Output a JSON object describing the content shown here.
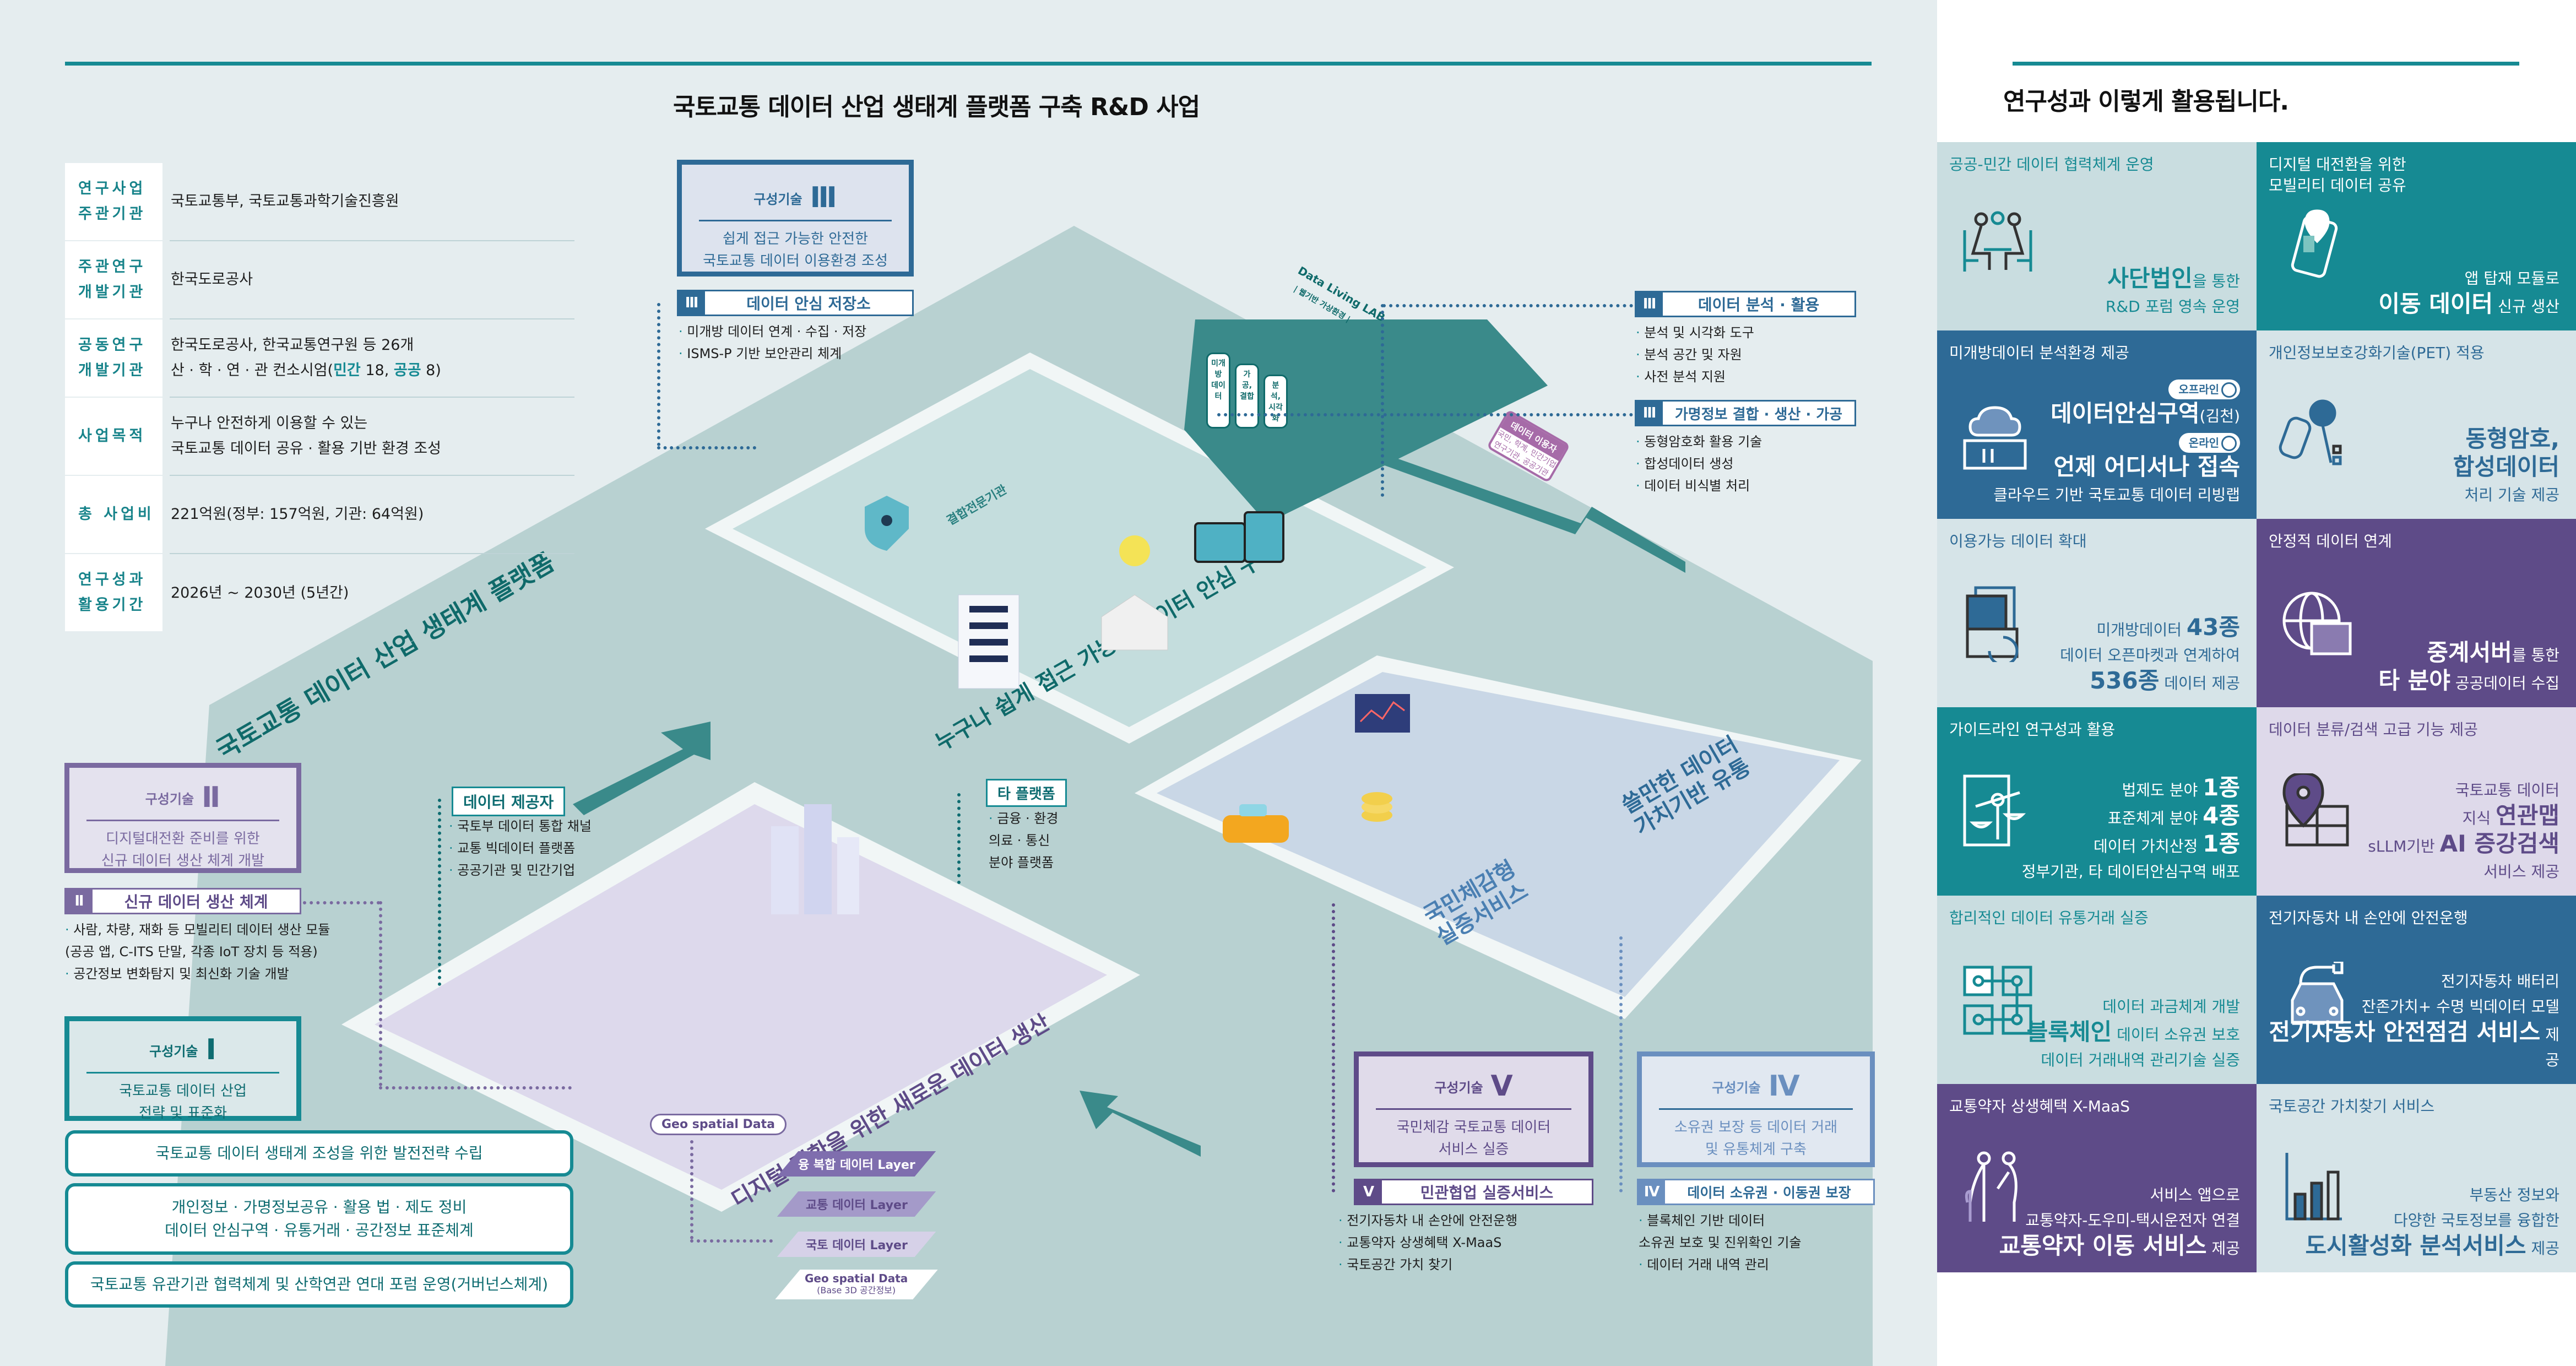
{
  "left": {
    "title": "국토교통 데이터 산업 생태계 플랫폼 구축 R&D 사업",
    "info_table": [
      {
        "head": [
          "연구사업",
          "주관기관"
        ],
        "value": [
          "국토교통부, 국토교통과학기술진흥원"
        ]
      },
      {
        "head": [
          "주관연구",
          "개발기관"
        ],
        "value": [
          "한국도로공사"
        ]
      },
      {
        "head": [
          "공동연구",
          "개발기관"
        ],
        "value": [
          "한국도로공사, 한국교통연구원 등 26개"
        ],
        "value_line2": {
          "prefix": "산 · 학 · 연 · 관 컨소시엄(",
          "hl1": "민간",
          "mid": " 18, ",
          "hl2": "공공",
          "suffix": " 8)"
        }
      },
      {
        "head": [
          "사업목적"
        ],
        "value": [
          "누구나 안전하게 이용할 수 있는",
          "국토교통 데이터 공유 · 활용 기반 환경 조성"
        ]
      },
      {
        "head": [
          "총 사업비"
        ],
        "value": [
          "221억원(정부: 157억원, 기관: 64억원)"
        ]
      },
      {
        "head": [
          "연구성과",
          "활용기간"
        ],
        "value": [
          "2026년 ~ 2030년 (5년간)"
        ]
      }
    ],
    "platform_labels": {
      "ecosystem": "국토교통 데이터 산업 생태계 플랫폼",
      "safe_zone": "누구나 쉽게 접근 가능한 데이터 안심 구역",
      "new_data": "디지털 전환을 위한 새로운 데이터 생산",
      "citizen": [
        "국민체감형",
        "실증서비스"
      ],
      "value_flow": [
        "쓸만한 데이터",
        "가치기반 유통"
      ],
      "combine_agency": "결합전문기관",
      "living_lab": "Data Living LAB",
      "living_lab_sub": "| 웹기반 가상환경 |",
      "lab_bubbles": [
        "미개방 데이터",
        "가공, 결합",
        "분석, 시각화"
      ],
      "geo_tag": "Geo spatial Data"
    },
    "data_user": {
      "title": "데이터 이용자",
      "lines": [
        "국민, 학계, 민간기업",
        "연구기관, 공공기관"
      ]
    },
    "layers": [
      {
        "label": "융 복합 데이터 Layer"
      },
      {
        "label": "교통 데이터 Layer"
      },
      {
        "label": "국토 데이터 Layer"
      },
      {
        "label": "Geo spatial Data",
        "sub": "(Base 3D 공간정보)"
      }
    ],
    "tech3": {
      "label": "구성기술",
      "num": "Ⅲ",
      "desc": [
        "쉽게 접근 가능한 안전한",
        "국토교통 데이터 이용환경 조성"
      ]
    },
    "tech3_store": {
      "num": "Ⅲ",
      "title": "데이터 안심 저장소",
      "items": [
        "미개방 데이터 연계 · 수집 · 저장",
        "ISMS-P 기반 보안관리 체계"
      ]
    },
    "tech3_analysis": {
      "num": "Ⅲ",
      "title": "데이터 분석 · 활용",
      "items": [
        "분석 및 시각화 도구",
        "분석 공간 및 자원",
        "사전 분석 지원"
      ]
    },
    "tech3_pseudo": {
      "num": "Ⅲ",
      "title": "가명정보 결합 · 생산 · 가공",
      "items": [
        "동형암호화 활용 기술",
        "합성데이터 생성",
        "데이터 비식별 처리"
      ]
    },
    "tech2": {
      "label": "구성기술",
      "num": "Ⅱ",
      "desc": [
        "디지털대전환 준비를 위한",
        "신규 데이터 생산 체계 개발"
      ]
    },
    "tech2_new": {
      "num": "Ⅱ",
      "title": "신규 데이터 생산 체계",
      "items": [
        "사람, 차량, 재화 등 모빌리티 데이터 생산 모듈",
        "(공공 앱, C-ITS 단말, 각종 IoT 장치 등 적용)",
        "공간정보 변화탐지 및 최신화 기술 개발"
      ]
    },
    "provider": {
      "title": "데이터 제공자",
      "items": [
        "국토부 데이터 통합 채널",
        "교통 빅데이터 플랫폼",
        "공공기관 및 민간기업"
      ]
    },
    "other_platform": {
      "title": "타 플랫폼",
      "items": [
        "금융 · 환경",
        "의료 · 통신",
        "분야 플랫폼"
      ]
    },
    "tech1": {
      "label": "구성기술",
      "num": "Ⅰ",
      "desc": [
        "국토교통 데이터 산업",
        "전략 및 표준화"
      ]
    },
    "tech1_boxes": [
      [
        "국토교통 데이터 생태계 조성을 위한 발전전략 수립"
      ],
      [
        "개인정보 · 가명정보공유 · 활용 법 · 제도 정비",
        "데이터 안심구역 · 유통거래 · 공간정보 표준체계"
      ],
      [
        "국토교통 유관기관 협력체계 및 산학연관 연대 포럼 운영(거버넌스체계)"
      ]
    ],
    "tech5": {
      "label": "구성기술",
      "num": "Ⅴ",
      "desc": [
        "국민체감 국토교통 데이터",
        "서비스 실증"
      ]
    },
    "tech5_svc": {
      "num": "Ⅴ",
      "title": "민관협업 실증서비스",
      "items": [
        "전기자동차 내 손안에 안전운행",
        "교통약자 상생혜택 X-MaaS",
        "국토공간 가치 찾기"
      ]
    },
    "tech4": {
      "label": "구성기술",
      "num": "Ⅳ",
      "desc": [
        "소유권 보장 등 데이터 거래",
        "및 유통체계 구축"
      ]
    },
    "tech4_own": {
      "num": "Ⅳ",
      "title": "데이터 소유권 · 이동권 보장",
      "items": [
        "블록체인 기반 데이터",
        "소유권 보호 및 진위확인 기술",
        "데이터 거래 내역 관리"
      ]
    }
  },
  "right": {
    "title": "연구성과 이렇게 활용됩니다.",
    "cards": [
      {
        "title": "공공-민간 데이터 협력체계 운영",
        "icon": "meeting-icon",
        "lines": [
          {
            "b": "사단법인",
            "t": "을 통한"
          },
          {
            "t": "R&D 포럼 영속 운영"
          }
        ]
      },
      {
        "title": "디지털 대전환을 위한\n모빌리티 데이터 공유",
        "icon": "phone-location-icon",
        "lines": [
          {
            "t": "앱 탑재 모듈로"
          },
          {
            "b": "이동 데이터",
            "t": " 신규 생산"
          }
        ]
      },
      {
        "title": "미개방데이터 분석환경 제공",
        "icon": "cloud-laptop-icon",
        "pill1": "오프라인",
        "pill2": "온라인",
        "lines": [
          {
            "b": "데이터안심구역",
            "t": "(김천)"
          },
          {
            "b": "언제 어디서나 접속"
          },
          {
            "t": "클라우드 기반 국토교통 데이터 리빙랩"
          }
        ]
      },
      {
        "title": "개인정보보호강화기술(PET) 적용",
        "icon": "key-icon",
        "lines": [
          {
            "b": "동형암호,"
          },
          {
            "b": "합성데이터"
          },
          {
            "t": "처리 기술 제공"
          }
        ]
      },
      {
        "title": "이용가능 데이터 확대",
        "icon": "documents-icon",
        "lines": [
          {
            "t": "미개방데이터 ",
            "b": "43종"
          },
          {
            "t": "데이터 오픈마켓과 연계하여"
          },
          {
            "b": "536종",
            "t": " 데이터 제공"
          }
        ]
      },
      {
        "title": "안정적 데이터 연계",
        "icon": "globe-server-icon",
        "lines": [
          {
            "b": "중계서버",
            "t": "를 통한"
          },
          {
            "b": "타 분야",
            "t": " 공공데이터 수집"
          }
        ]
      },
      {
        "title": "가이드라인 연구성과 활용",
        "icon": "scale-document-icon",
        "lines": [
          {
            "t": "법제도 분야 ",
            "b": "1종"
          },
          {
            "t": "표준체계 분야 ",
            "b": "4종"
          },
          {
            "t": "데이터 가치산정 ",
            "b": "1종"
          },
          {
            "t": "정부기관, 타 데이터안심구역 배포"
          }
        ]
      },
      {
        "title": "데이터 분류/검색 고급 기능 제공",
        "icon": "map-pin-icon",
        "lines": [
          {
            "t": "국토교통 데이터"
          },
          {
            "t": "지식 ",
            "b": "연관맵"
          },
          {
            "t": "sLLM기반 ",
            "b": "AI 증강검색"
          },
          {
            "t": "서비스 제공"
          }
        ]
      },
      {
        "title": "합리적인 데이터 유통거래 실증",
        "icon": "blockchain-icon",
        "lines": [
          {
            "t": "데이터 과금체계 개발"
          },
          {
            "b": "블록체인",
            "t": " 데이터 소유권 보호"
          },
          {
            "t": "데이터 거래내역 관리기술 실증"
          }
        ]
      },
      {
        "title": "전기자동차 내 손안에 안전운행",
        "icon": "ev-car-icon",
        "lines": [
          {
            "t": "전기자동차 배터리"
          },
          {
            "t": "잔존가치+ 수명 빅데이터 모델"
          },
          {
            "b": "전기자동차 안전점검 서비스",
            "t": " 제공"
          }
        ]
      },
      {
        "title": "교통약자 상생혜택 X-MaaS",
        "icon": "elderly-helper-icon",
        "lines": [
          {
            "t": "서비스 앱으로"
          },
          {
            "t": "교통약자-도우미-택시운전자 연결"
          },
          {
            "b": "교통약자 이동 서비스",
            "t": " 제공"
          }
        ]
      },
      {
        "title": "국토공간 가치찾기 서비스",
        "icon": "bar-chart-icon",
        "lines": [
          {
            "t": "부동산 정보와"
          },
          {
            "t": "다양한 국토정보를 융합한"
          },
          {
            "b": "도시활성화 분석서비스",
            "t": " 제공"
          }
        ]
      }
    ],
    "card_themes": [
      {
        "bg": "#c9dde0",
        "fg": "#168a93",
        "bold": "#168a93"
      },
      {
        "bg": "#168a93",
        "fg": "#ffffff",
        "bold": "#ffffff"
      },
      {
        "bg": "#2e6a96",
        "fg": "#ffffff",
        "bold": "#ffffff"
      },
      {
        "bg": "#d6e4e8",
        "fg": "#2e6a96",
        "bold": "#2e6a96"
      },
      {
        "bg": "#d6e4e8",
        "fg": "#2e6a96",
        "bold": "#2e6a96"
      },
      {
        "bg": "#5e4b88",
        "fg": "#ffffff",
        "bold": "#ffffff"
      },
      {
        "bg": "#168a93",
        "fg": "#ffffff",
        "bold": "#ffffff"
      },
      {
        "bg": "#ded9ea",
        "fg": "#5e4b88",
        "bold": "#5e4b88"
      },
      {
        "bg": "#c9dde0",
        "fg": "#168a93",
        "bold": "#168a93"
      },
      {
        "bg": "#2e6a96",
        "fg": "#ffffff",
        "bold": "#ffffff"
      },
      {
        "bg": "#5e4b88",
        "fg": "#ffffff",
        "bold": "#ffffff"
      },
      {
        "bg": "#d6e4e8",
        "fg": "#2e6a96",
        "bold": "#2e6a96"
      }
    ]
  },
  "colors": {
    "teal": "#168a93",
    "blue": "#2e6a96",
    "purple": "#5e4b88",
    "lilac": "#7a6aa0",
    "slate": "#6a8fbf"
  }
}
